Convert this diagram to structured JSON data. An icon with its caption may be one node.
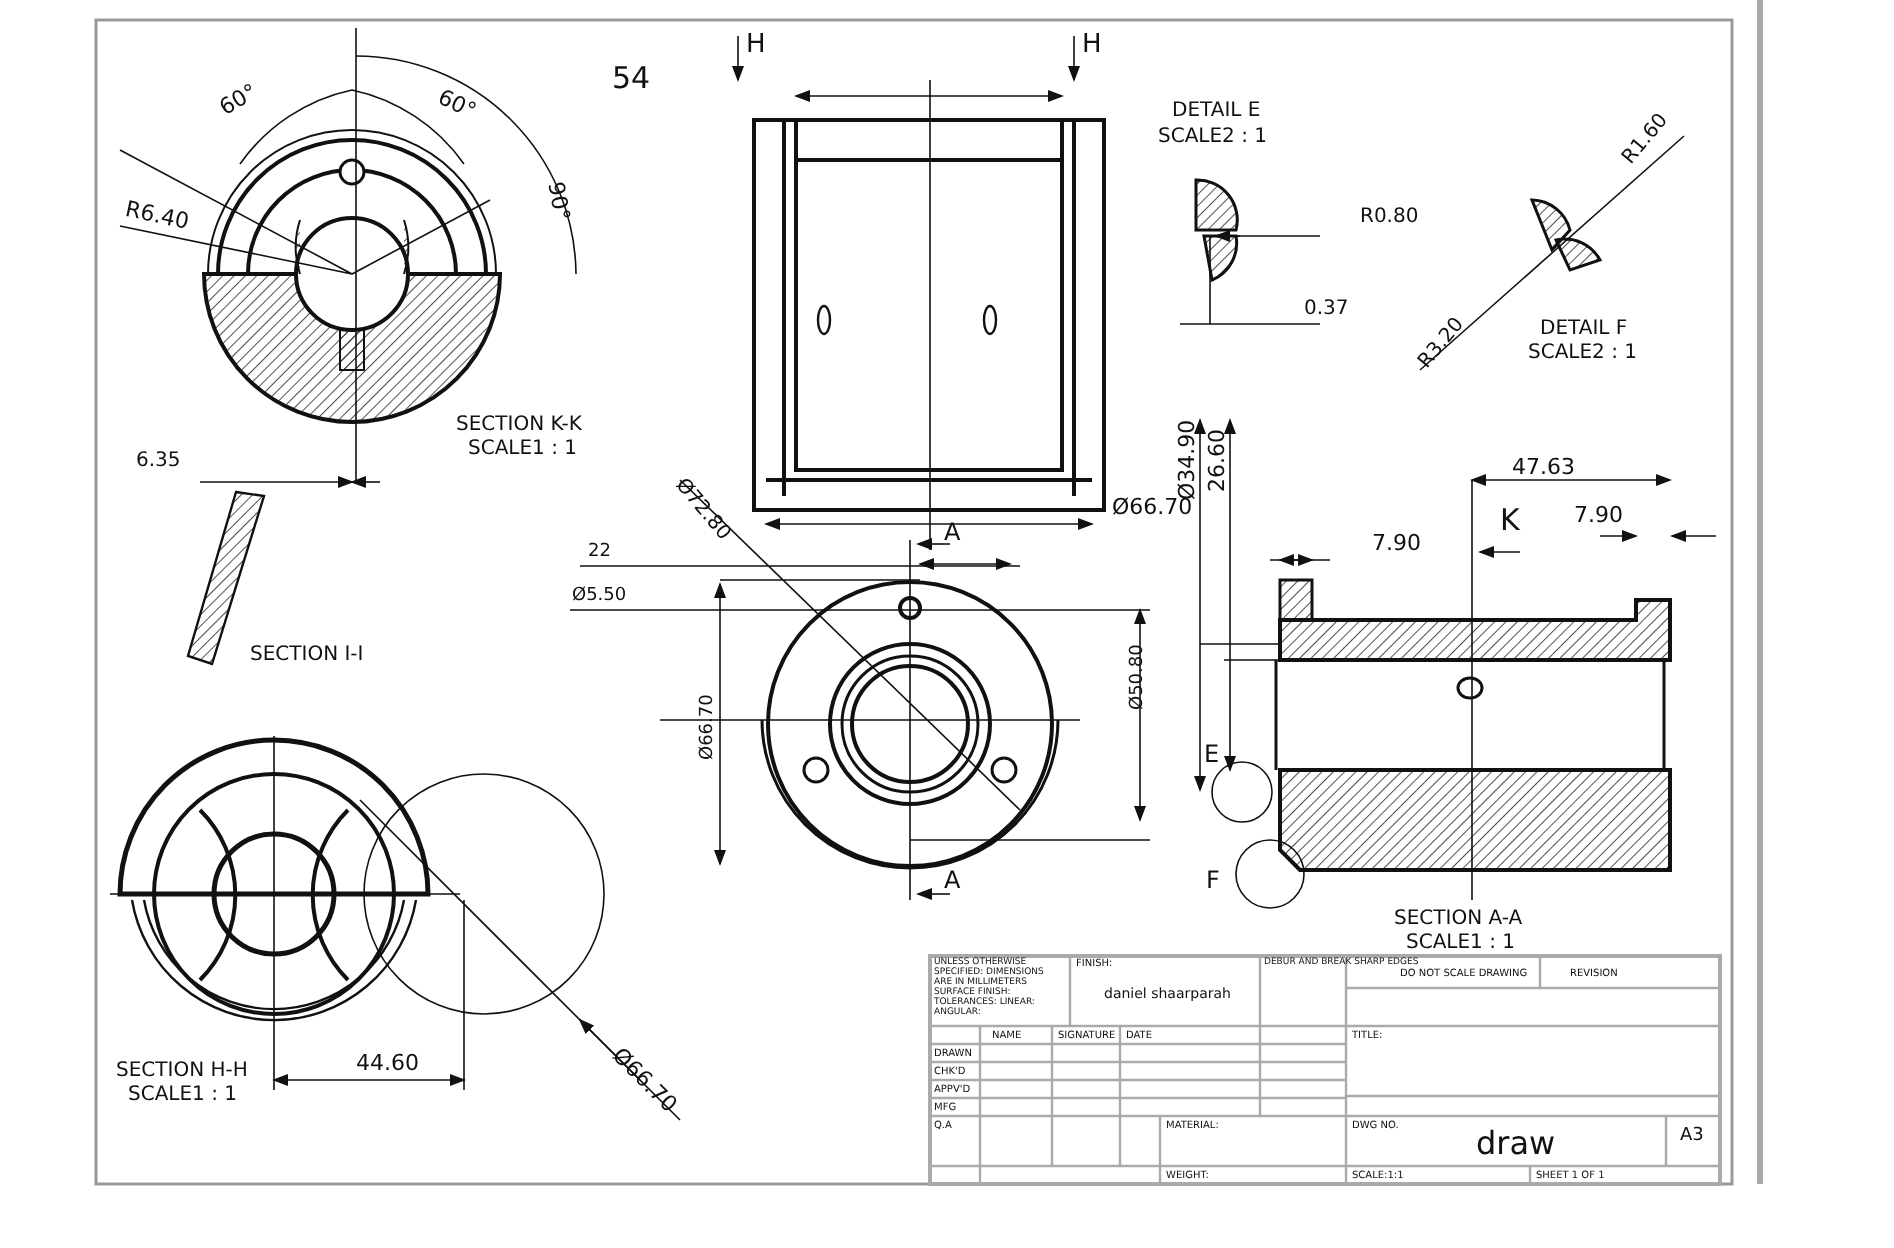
{
  "diagram": {
    "labels": [
      "54",
      "H",
      "H",
      "60°",
      "60°",
      "R6.40",
      "90°",
      "DETAIL E",
      "SCALE2 : 1",
      "R1.60",
      "R0.80",
      "0.37",
      "R3.20",
      "DETAIL F",
      "SCALE2 : 1",
      "SECTION K-K",
      "SCALE1 : 1",
      "6.35",
      "Ø72.80",
      "Ø66.70",
      "A",
      "Ø34.90",
      "26.60",
      "47.63",
      "K",
      "7.90",
      "7.90",
      "22",
      "Ø5.50",
      "SECTION I-I",
      "Ø66.70",
      "Ø50.80",
      "E",
      "A",
      "F",
      "SECTION A-A",
      "SCALE1 : 1",
      "SECTION H-H",
      "SCALE1 : 1",
      "44.60",
      "Ø66.70",
      "UNLESS OTHERWISE SPECIFIED: DIMENSIONS ARE IN MILLIMETERS SURFACE FINISH: TOLERANCES: LINEAR: ANGULAR:",
      "FINISH:",
      "DEBUR AND BREAK SHARP EDGES",
      "DO NOT SCALE DRAWING",
      "REVISION",
      "daniel shaarparah",
      "NAME",
      "SIGNATURE",
      "DATE",
      "TITLE:",
      "DRAWN",
      "CHK'D",
      "APPV'D",
      "MFG",
      "Q.A",
      "MATERIAL:",
      "DWG NO.",
      "draw",
      "A3",
      "WEIGHT:",
      "SCALE:1:1",
      "SHEET 1 OF 1"
    ]
  }
}
